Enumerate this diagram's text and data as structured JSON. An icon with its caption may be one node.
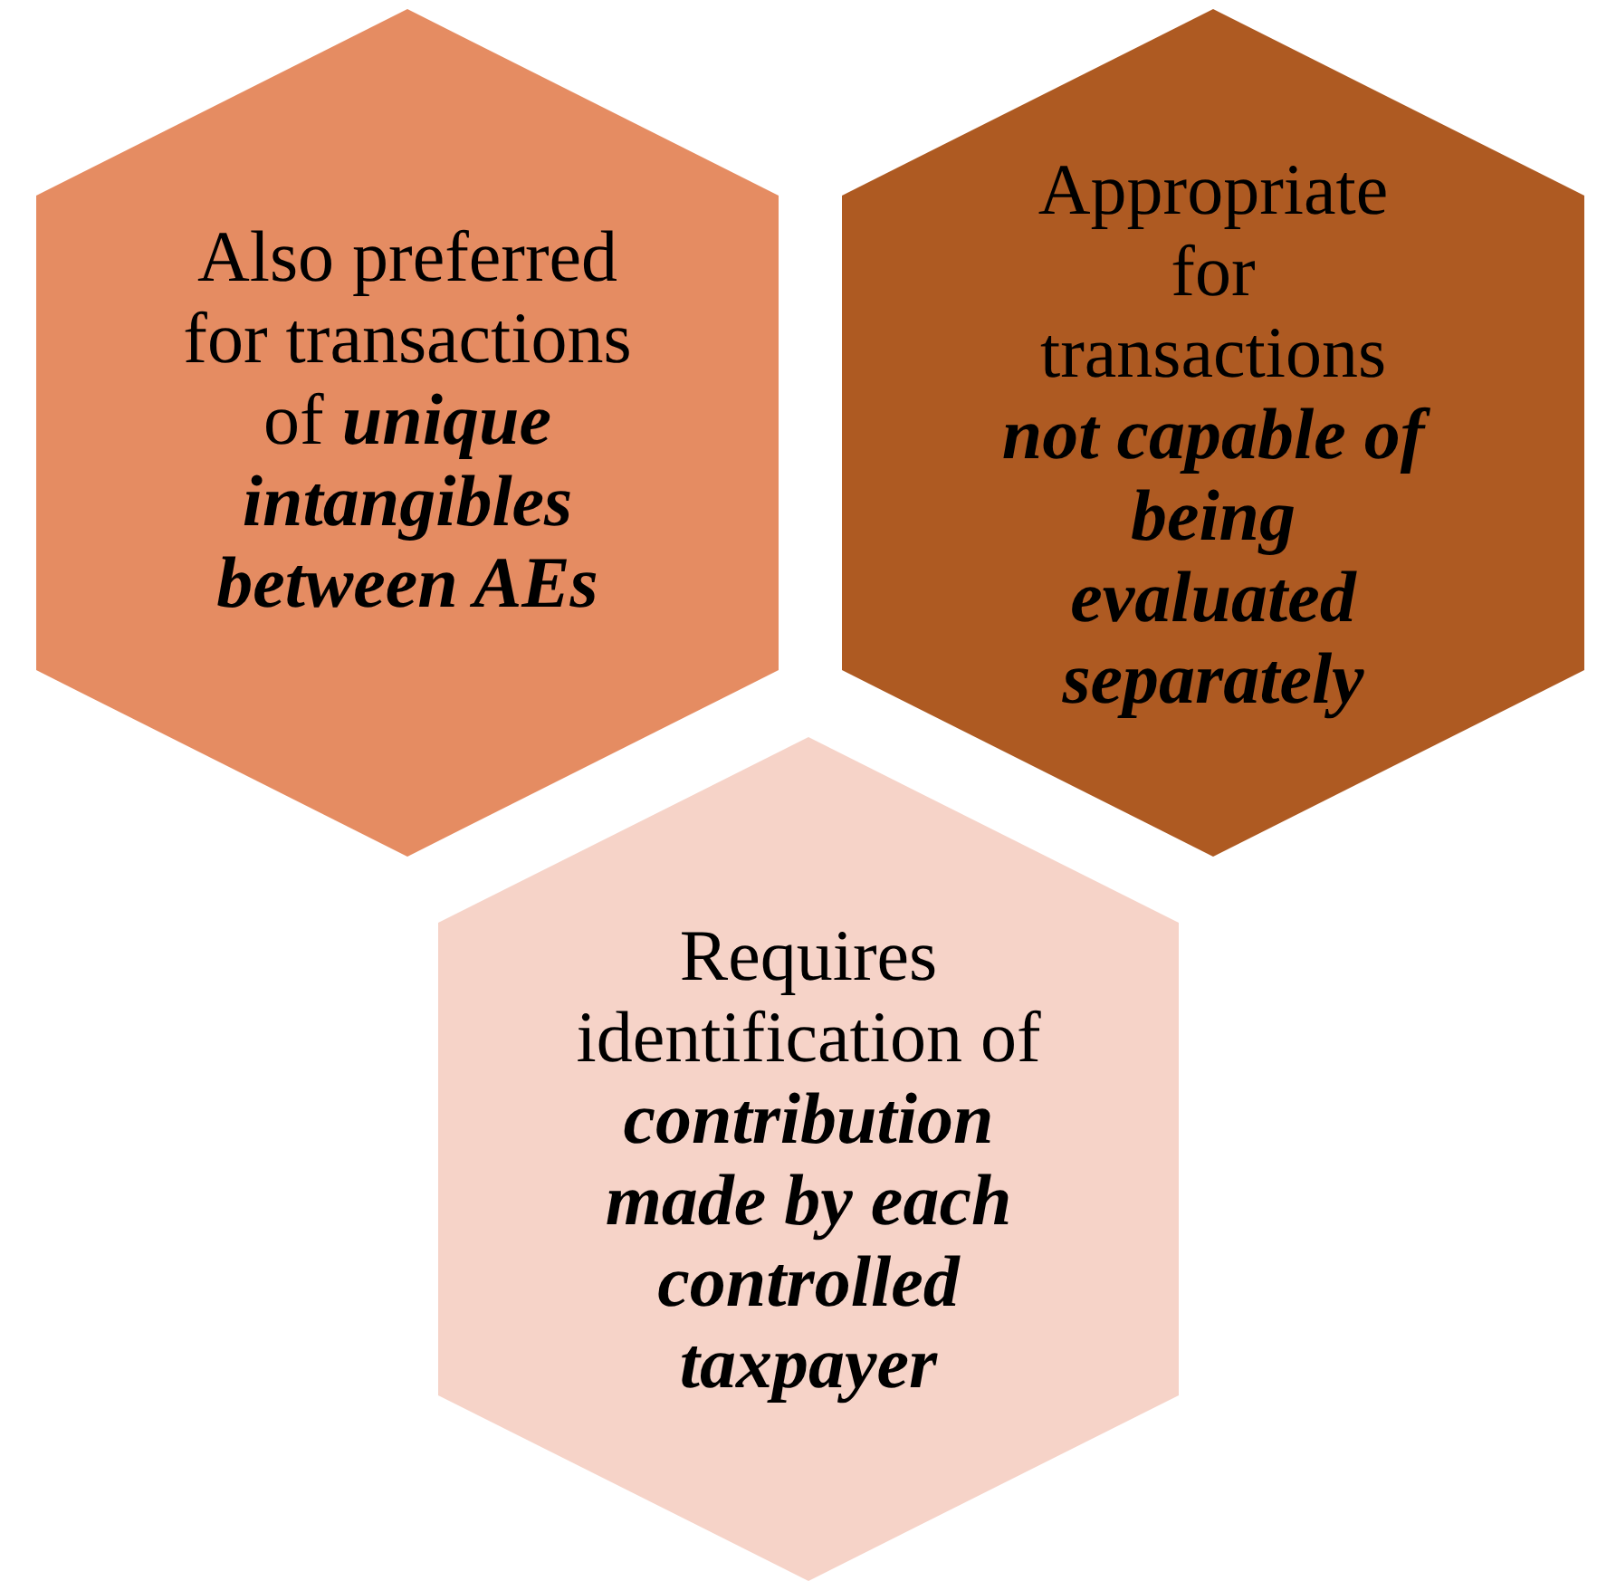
{
  "diagram": {
    "nodes": [
      {
        "text": [
          "Also preferred for transactions of *unique intangibles between AEs*"
        ]
      },
      {
        "text": [
          "Appropriate for transactions *not capable of being evaluated separately*"
        ]
      },
      {
        "text": [
          "Requires identification of *contribution made by each controlled taxpayer*"
        ]
      }
    ]
  }
}
